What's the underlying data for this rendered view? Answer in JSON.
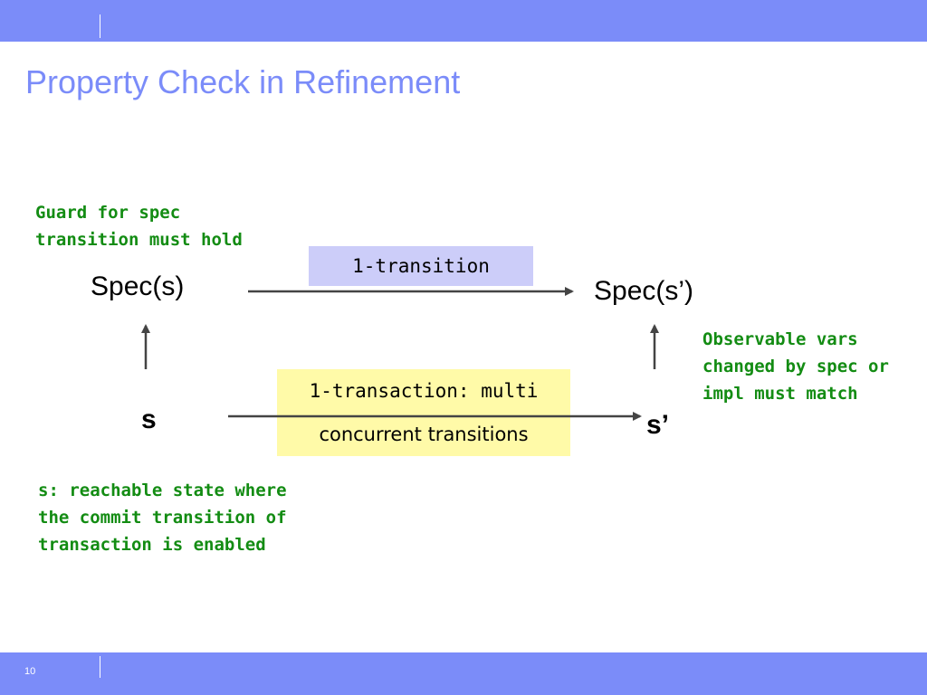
{
  "slide": {
    "title": "Property Check in Refinement",
    "page_number": "10"
  },
  "colors": {
    "header_bar": "#7b8cf9",
    "title": "#7b8cf9",
    "note_text": "#138c13",
    "box_transition": "#cccdf9",
    "box_transaction": "#fffaa8",
    "arrow": "#444444"
  },
  "diagram": {
    "nodes": {
      "spec_s": "Spec(s)",
      "spec_s_prime": "Spec(s’)",
      "s": "s",
      "s_prime": "s’"
    },
    "edges": {
      "spec_transition": "1-transition",
      "impl_transaction_line1": "1-transaction: multi",
      "impl_transaction_line2": "concurrent transitions"
    },
    "annotations": {
      "guard": [
        "Guard for spec",
        "transition must hold"
      ],
      "observable": [
        "Observable vars",
        "changed by spec or",
        "impl must match"
      ],
      "reachable": [
        "s: reachable state where",
        "the commit transition of",
        "transaction is enabled"
      ]
    }
  }
}
